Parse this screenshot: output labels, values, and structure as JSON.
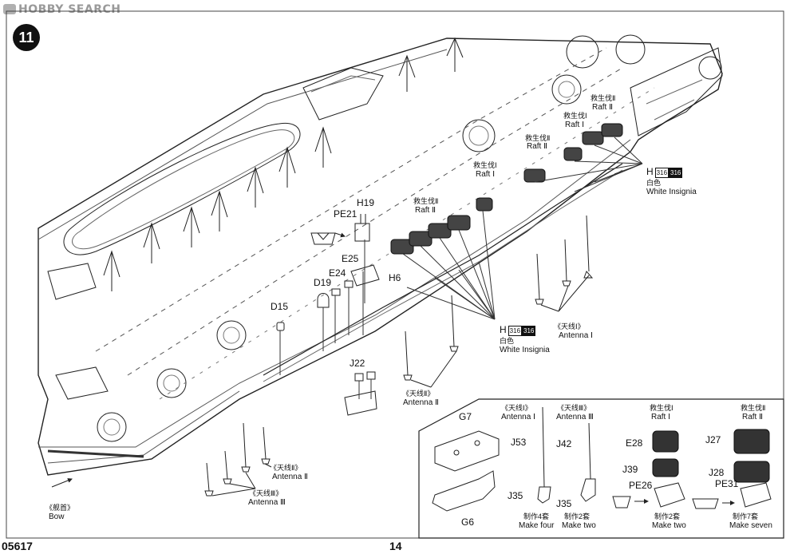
{
  "watermark": "HOBBY SEARCH",
  "step_number": "11",
  "page": {
    "code": "05617",
    "number": "14"
  },
  "paint_code": {
    "letter": "H",
    "code_a": "316",
    "code_b": "316",
    "cn": "白色",
    "en": "White Insignia"
  },
  "callouts": {
    "bow_cn": "《舰首》",
    "bow_en": "Bow",
    "antenna1_cn": "《天线Ⅰ》",
    "antenna1_en": "Antenna Ⅰ",
    "antenna2_cn": "《天线Ⅱ》",
    "antenna2_en": "Antenna Ⅱ",
    "antenna3_cn": "《天线Ⅲ》",
    "antenna3_en": "Antenna Ⅲ",
    "raft1_cn": "救生伐Ⅰ",
    "raft1_en": "Raft Ⅰ",
    "raft2_cn": "救生伐Ⅱ",
    "raft2_en": "Raft Ⅱ"
  },
  "parts": {
    "PE21": "PE21",
    "H19": "H19",
    "E25": "E25",
    "H6": "H6",
    "E24": "E24",
    "D19": "D19",
    "D15": "D15",
    "J22": "J22",
    "G7": "G7",
    "G6": "G6",
    "J53": "J53",
    "J35": "J35",
    "J42": "J42",
    "E28": "E28",
    "J39": "J39",
    "PE26": "PE26",
    "J27": "J27",
    "J28": "J28",
    "PE31": "PE31"
  },
  "make": {
    "four_cn": "制作4套",
    "four_en": "Make four",
    "two_cn": "制作2套",
    "two_en": "Make two",
    "seven_cn": "制作7套",
    "seven_en": "Make seven"
  }
}
